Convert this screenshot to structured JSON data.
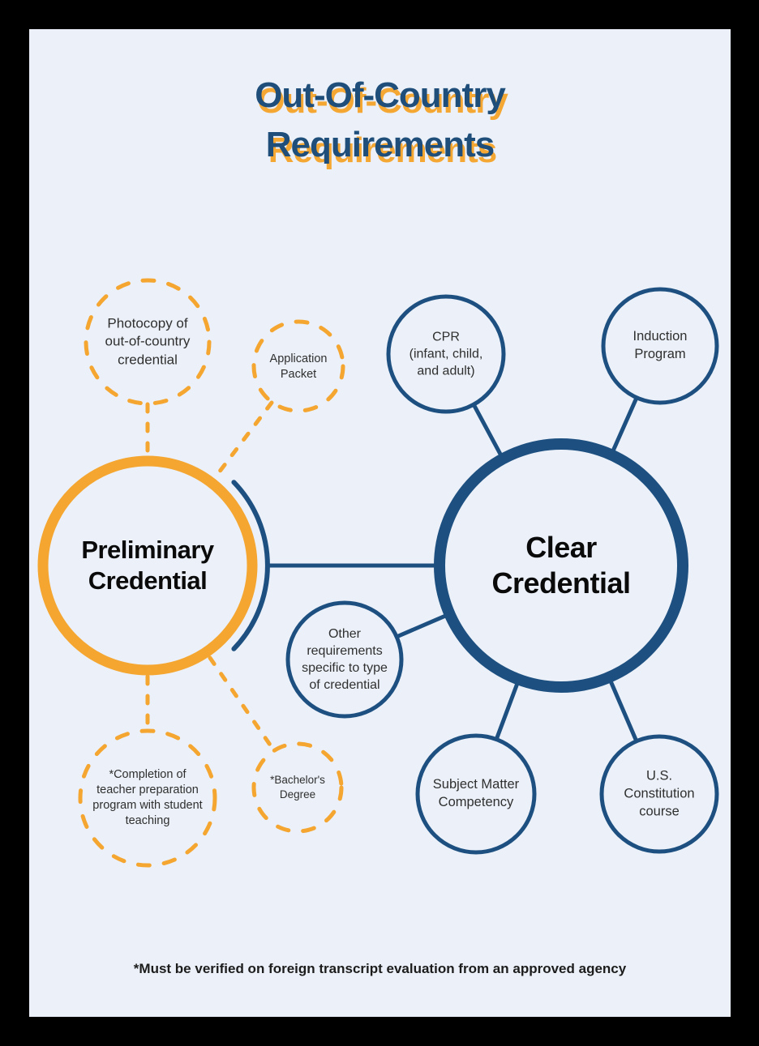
{
  "title": {
    "line1": "Out-Of-Country",
    "line2": "Requirements"
  },
  "colors": {
    "frame": "#000000",
    "page_background": "#ecf1f9",
    "orange": "#f4a631",
    "blue": "#1d5080",
    "title_blue": "#1e4e79",
    "title_shadow_orange": "#f5a733",
    "circle_label_text": "#2f2f2f",
    "heading_text": "#0a0a0a"
  },
  "preliminary": {
    "label": "Preliminary\nCredential",
    "satellites": [
      {
        "id": "photocopy",
        "label": "Photocopy of\nout-of-country\ncredential"
      },
      {
        "id": "application-packet",
        "label": "Application\nPacket"
      },
      {
        "id": "completion",
        "label": "*Completion of\nteacher preparation\nprogram with student\nteaching"
      },
      {
        "id": "bachelors-degree",
        "label": "*Bachelor's\nDegree"
      }
    ]
  },
  "clear": {
    "label": "Clear\nCredential",
    "satellites": [
      {
        "id": "cpr",
        "label": "CPR\n(infant, child,\nand adult)"
      },
      {
        "id": "induction-program",
        "label": "Induction\nProgram"
      },
      {
        "id": "other-requirements",
        "label": "Other\nrequirements\nspecific to type\nof credential"
      },
      {
        "id": "subject-matter",
        "label": "Subject Matter\nCompetency"
      },
      {
        "id": "us-constitution",
        "label": "U.S.\nConstitution\ncourse"
      }
    ]
  },
  "footnote": "*Must be verified on foreign transcript evaluation from an approved agency"
}
